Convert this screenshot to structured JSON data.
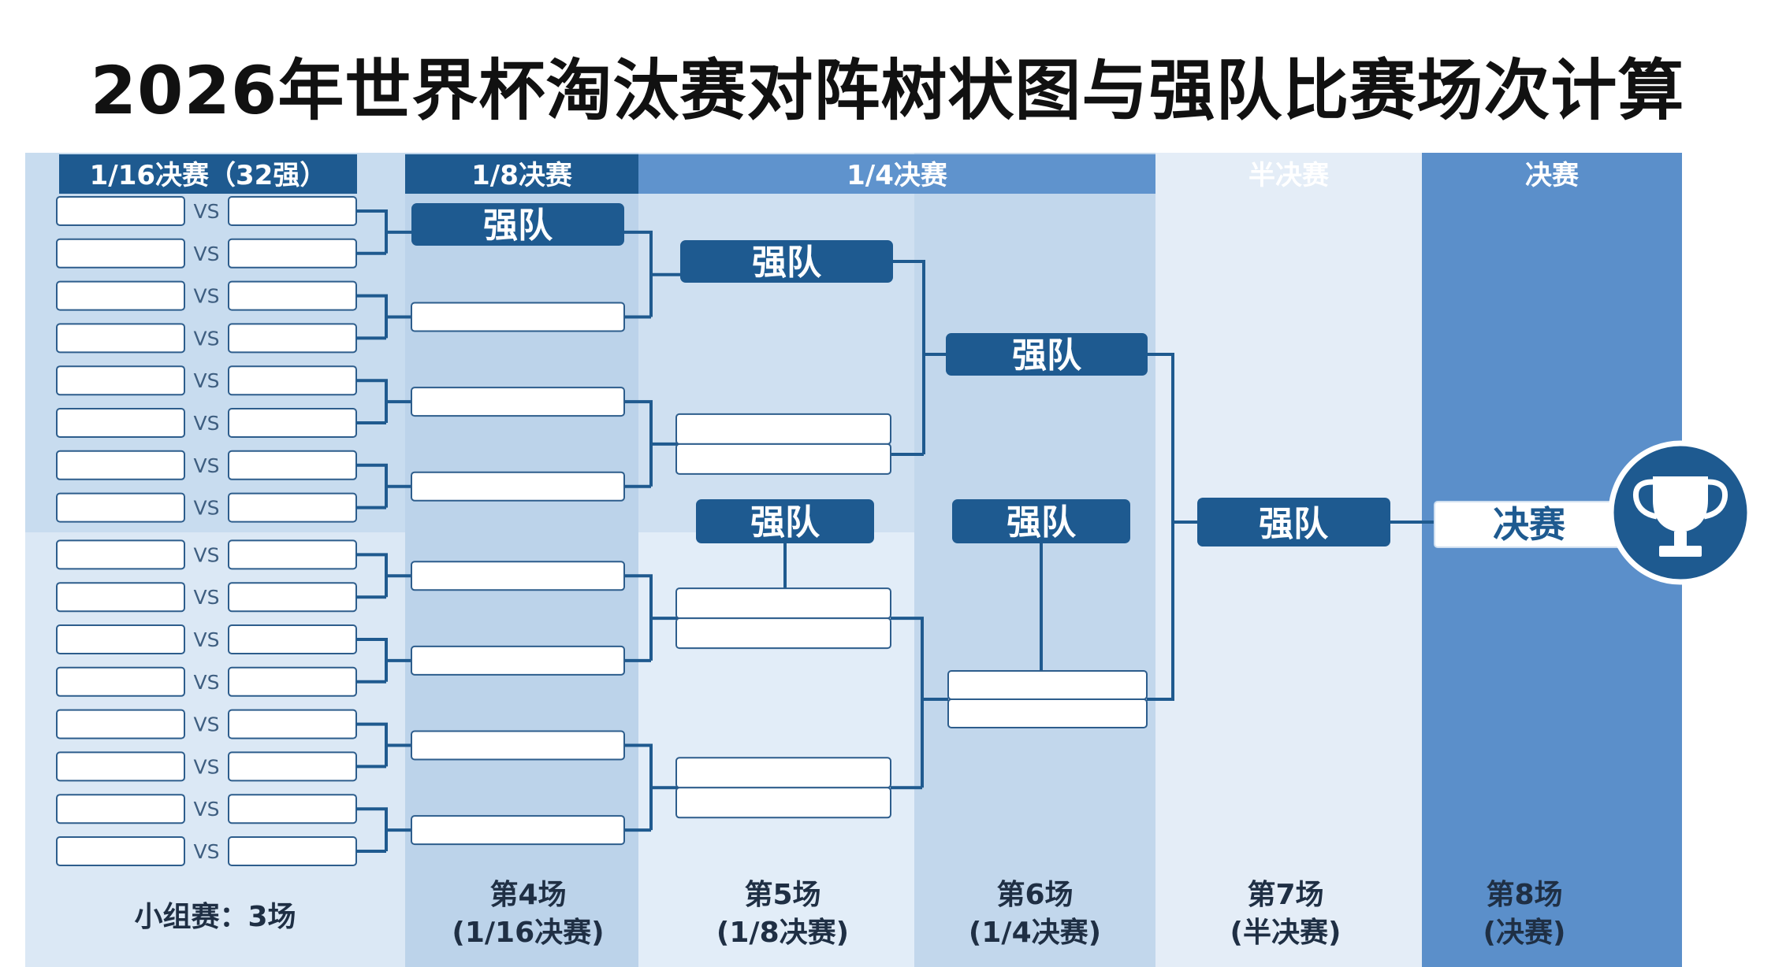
{
  "title": "2026年世界杯淘汰赛对阵树状图与强队比赛场次计算",
  "headers": {
    "r32": "1/16决赛（32强）",
    "r16": "1/8决赛",
    "qf": "1/4决赛",
    "sf": "半决赛",
    "final": "决赛"
  },
  "vs_label": "VS",
  "strong_label": "强队",
  "final_box_label": "决赛",
  "footers": {
    "group": "小组赛：3场",
    "m4_line1": "第4场",
    "m4_line2": "(1/16决赛)",
    "m5_line1": "第5场",
    "m5_line2": "(1/8决赛)",
    "m6_line1": "第6场",
    "m6_line2": "(1/4决赛)",
    "m7_line1": "第7场",
    "m7_line2": "(半决赛)",
    "m8_line1": "第8场",
    "m8_line2": "(决赛)"
  },
  "icons": {
    "trophy": "trophy-icon"
  },
  "colors": {
    "dark_blue": "#1e5a90",
    "line_blue": "#1f5a8f",
    "col_light": "#c9dcef",
    "col_final": "#5b8fca"
  }
}
